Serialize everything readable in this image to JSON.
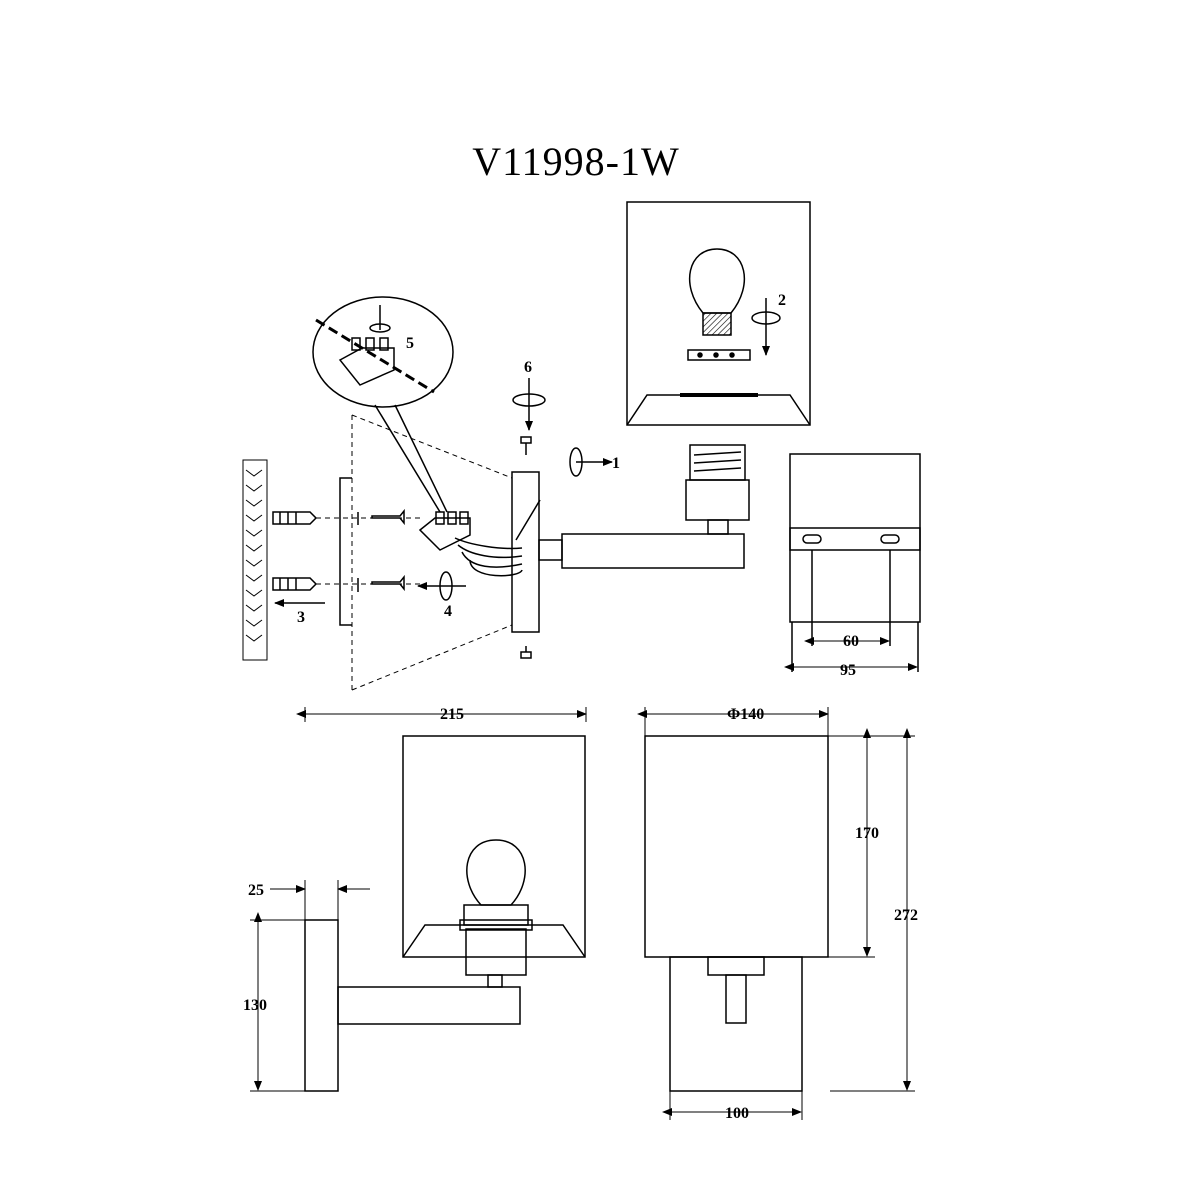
{
  "title": "V11998-1W",
  "steps": [
    "1",
    "2",
    "3",
    "4",
    "5",
    "6"
  ],
  "dimensions": {
    "width_overall": "215",
    "shade_diameter": "Φ140",
    "backplate_width": "25",
    "backplate_height": "130",
    "shade_height": "170",
    "total_height": "272",
    "bottom_width": "100",
    "mount_hole_spacing": "60",
    "mount_plate_width": "95"
  }
}
